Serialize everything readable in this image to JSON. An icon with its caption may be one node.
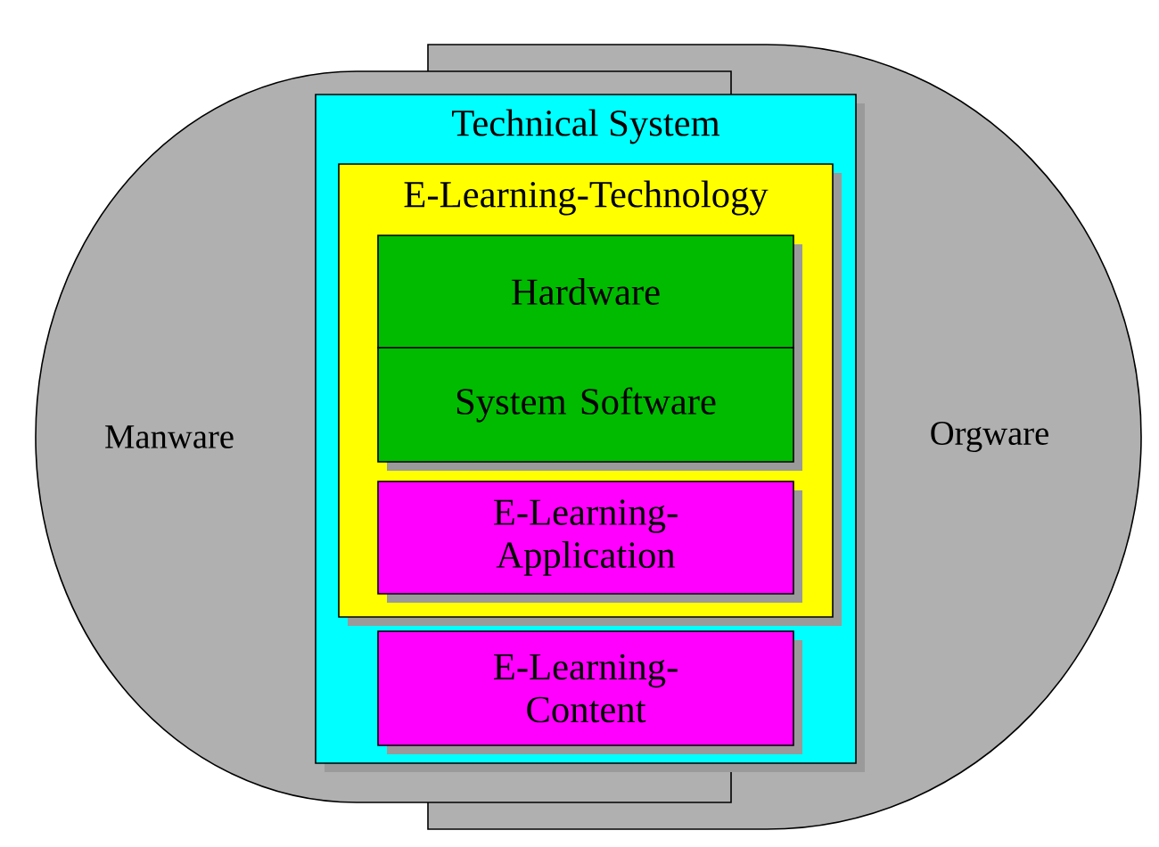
{
  "diagram": {
    "nodes": [
      {
        "text": [
          "Manware"
        ]
      },
      {
        "text": [
          "Orgware"
        ]
      },
      {
        "text": [
          "Technical System"
        ]
      },
      {
        "text": [
          "E-Learning-Technology"
        ],
        "in": 2
      },
      {
        "text": [
          "Hardware"
        ],
        "in": 3
      },
      {
        "text": [
          "System Software"
        ],
        "in": 3
      },
      {
        "text": [
          "E-Learning-Application"
        ],
        "in": 3
      },
      {
        "text": [
          "E-Learning-Content"
        ],
        "in": 2
      }
    ]
  }
}
